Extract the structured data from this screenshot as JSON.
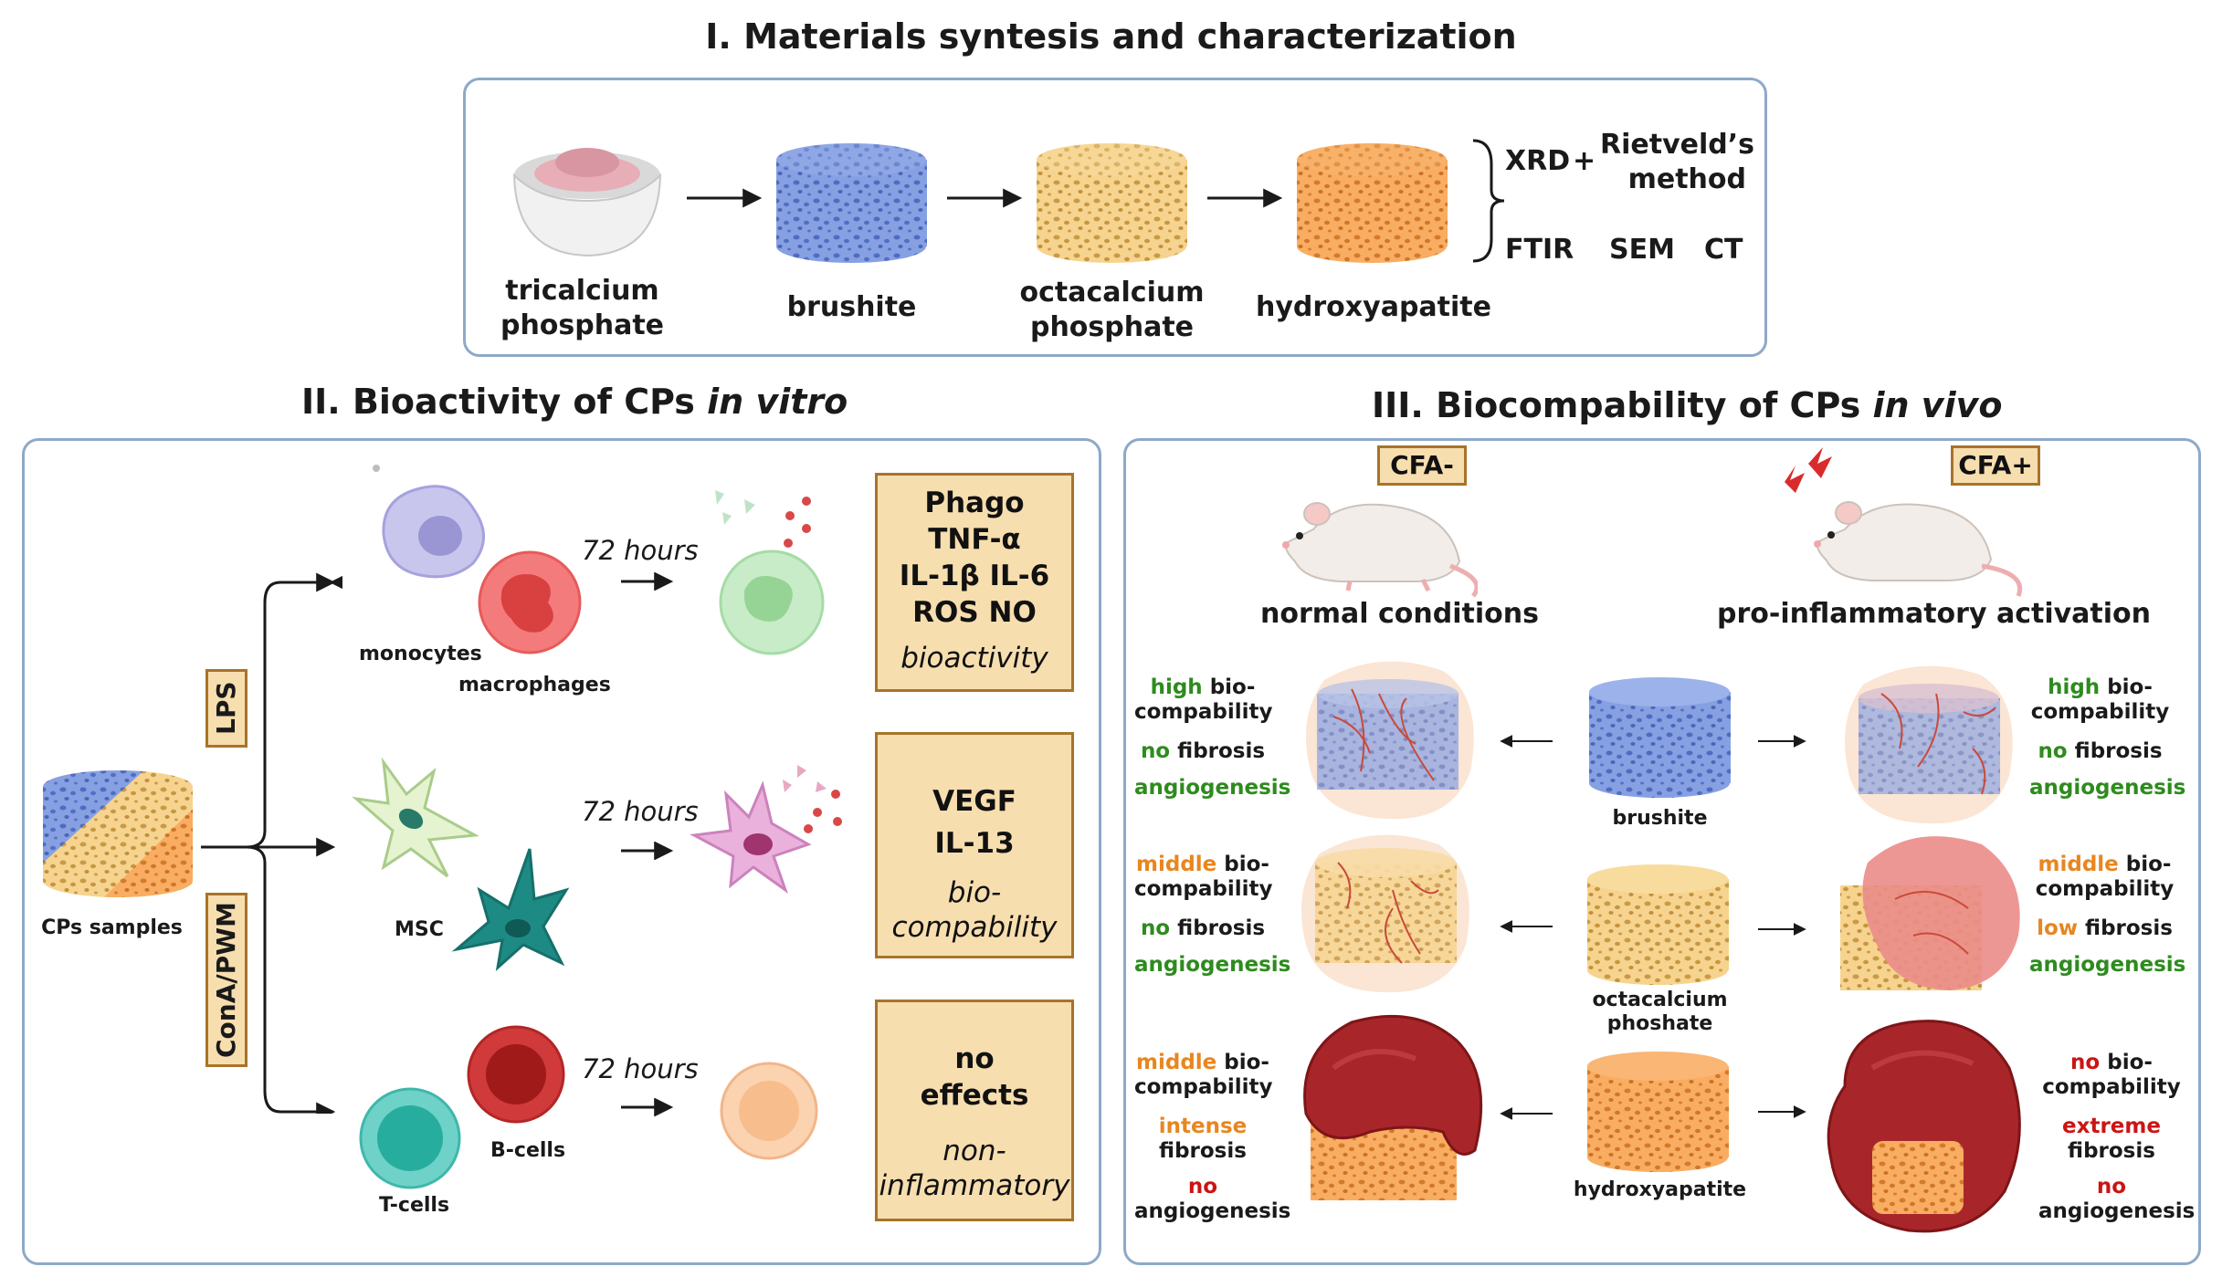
{
  "section1": {
    "title": "I. Materials syntesis and characterization",
    "materials": [
      {
        "line1": "tricalcium",
        "line2": "phosphate"
      },
      {
        "line1": "brushite",
        "line2": ""
      },
      {
        "line1": "octacalcium",
        "line2": "phosphate"
      },
      {
        "line1": "hydroxyapatite",
        "line2": ""
      }
    ],
    "methods": {
      "xrd": "XRD",
      "plus": "+",
      "rietveld_line1": "Rietveld’s",
      "rietveld_line2": "method",
      "ftir": "FTIR",
      "sem": "SEM",
      "ct": "CT"
    }
  },
  "section2": {
    "title_main": "II. Bioactivity of CPs",
    "title_italic": "in vitro",
    "samples_label": "CPs samples",
    "lps_tag": "LPS",
    "cona_tag": "ConA/PWM",
    "time_label": "72 hours",
    "rows": [
      {
        "cell_a": "monocytes",
        "cell_b": "macrophages",
        "box_lines": [
          "Phago",
          "TNF-α",
          "IL-1β IL-6",
          "ROS NO"
        ],
        "box_italic": "bioactivity"
      },
      {
        "cell_a": "MSC",
        "cell_b": "",
        "box_lines": [
          "VEGF",
          "IL-13"
        ],
        "box_italic_1": "bio-",
        "box_italic_2": "compability"
      },
      {
        "cell_a": "T-cells",
        "cell_b": "B-cells",
        "box_lines": [
          "no",
          "effects"
        ],
        "box_italic_1": "non-",
        "box_italic_2": "inflammatory"
      }
    ]
  },
  "section3": {
    "title_main": "III. Biocompability of CPs",
    "title_italic": "in vivo",
    "cfa_minus": "CFA-",
    "cfa_plus": "CFA+",
    "normal_label": "normal conditions",
    "proinflam_label": "pro-inflammatory activation",
    "materials": [
      {
        "line1": "brushite",
        "line2": ""
      },
      {
        "line1": "octacalcium",
        "line2": "phoshate"
      },
      {
        "line1": "hydroxyapatite",
        "line2": ""
      }
    ],
    "left": [
      {
        "biocomp_level": "high",
        "biocomp_rest": "bio-",
        "biocomp_line2": "compability",
        "fibrosis_level": "no",
        "fibrosis_rest": "fibrosis",
        "angio_pre": "",
        "angio": "angiogenesis"
      },
      {
        "biocomp_level": "middle",
        "biocomp_rest": "bio-",
        "biocomp_line2": "compability",
        "fibrosis_level": "no",
        "fibrosis_rest": "fibrosis",
        "angio_pre": "",
        "angio": "angiogenesis"
      },
      {
        "biocomp_level": "middle",
        "biocomp_rest": "bio-",
        "biocomp_line2": "compability",
        "fibrosis_level": "intense",
        "fibrosis_rest": "fibrosis",
        "angio_pre": "no",
        "angio": "angiogenesis"
      }
    ],
    "right": [
      {
        "biocomp_level": "high",
        "biocomp_rest": "bio-",
        "biocomp_line2": "compability",
        "fibrosis_level": "no",
        "fibrosis_rest": "fibrosis",
        "angio_pre": "",
        "angio": "angiogenesis"
      },
      {
        "biocomp_level": "middle",
        "biocomp_rest": "bio-",
        "biocomp_line2": "compability",
        "fibrosis_level": "low",
        "fibrosis_rest": "fibrosis",
        "angio_pre": "",
        "angio": "angiogenesis"
      },
      {
        "biocomp_level": "no",
        "biocomp_rest": "bio-",
        "biocomp_line2": "compability",
        "fibrosis_level": "extreme",
        "fibrosis_rest": "fibrosis",
        "angio_pre": "no",
        "angio": "angiogenesis"
      }
    ]
  },
  "colors": {
    "panel_border": "#8ea9c8",
    "box_fill": "#f7deaf",
    "box_border": "#a7742a",
    "brushite": "#7f9be0",
    "ocp": "#f3cf82",
    "hap": "#f7a655",
    "good": "#2e8b1e",
    "medium": "#e8861f",
    "bad": "#cc1414"
  }
}
